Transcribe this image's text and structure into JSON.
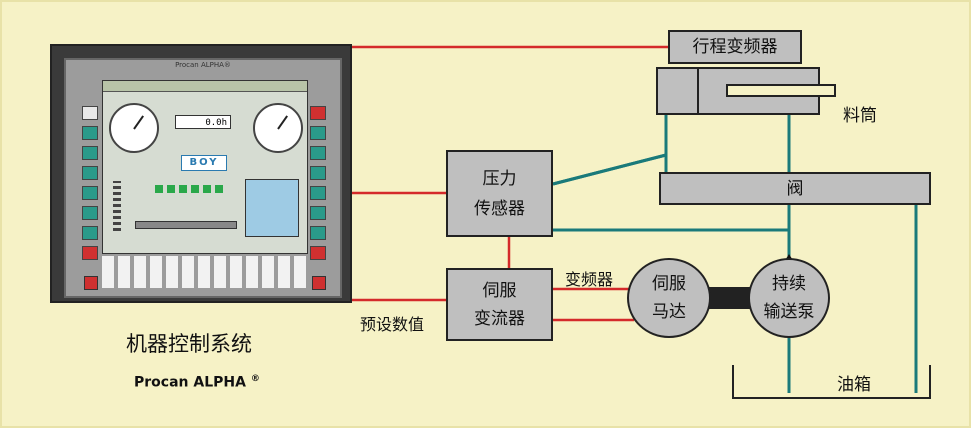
{
  "monitor": {
    "brand": "Procan ALPHA®",
    "logo": "BOY",
    "counter": "0.0",
    "counter_unit": "h"
  },
  "system": {
    "label": "机器控制系统",
    "product": "Procan ALPHA",
    "product_mark": "®"
  },
  "components": {
    "stroke_vfd": "行程变频器",
    "barrel": "料筒",
    "valve": "阀",
    "pressure_sensor_line1": "压力",
    "pressure_sensor_line2": "传感器",
    "servo_line1": "伺服",
    "servo_line2": "变流器",
    "vfd": "变频器",
    "servo_motor_line1": "伺服",
    "servo_motor_line2": "马达",
    "pump_line1": "持续",
    "pump_line2": "输送泵",
    "tank": "油箱",
    "preset": "预设数值"
  },
  "colors": {
    "background": "#f6f2c6",
    "signal_line": "#d42a2a",
    "hydraulic_line": "#1a7a7a",
    "box_fill": "#bfbfbf"
  }
}
